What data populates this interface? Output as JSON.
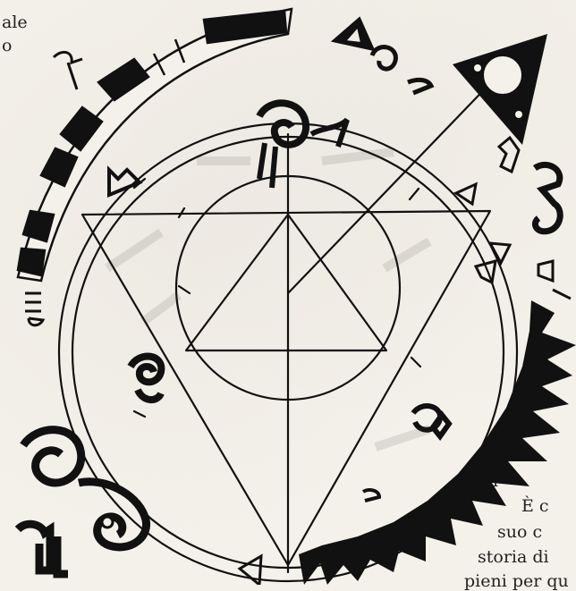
{
  "text_fragments": {
    "top_left": [
      "ale",
      "o"
    ],
    "bottom_right": [
      "l",
      "È c",
      "suo c",
      "storia di",
      "pieni per qu"
    ]
  },
  "colors": {
    "paper": "#f4f1ea",
    "ink": "#111111"
  }
}
